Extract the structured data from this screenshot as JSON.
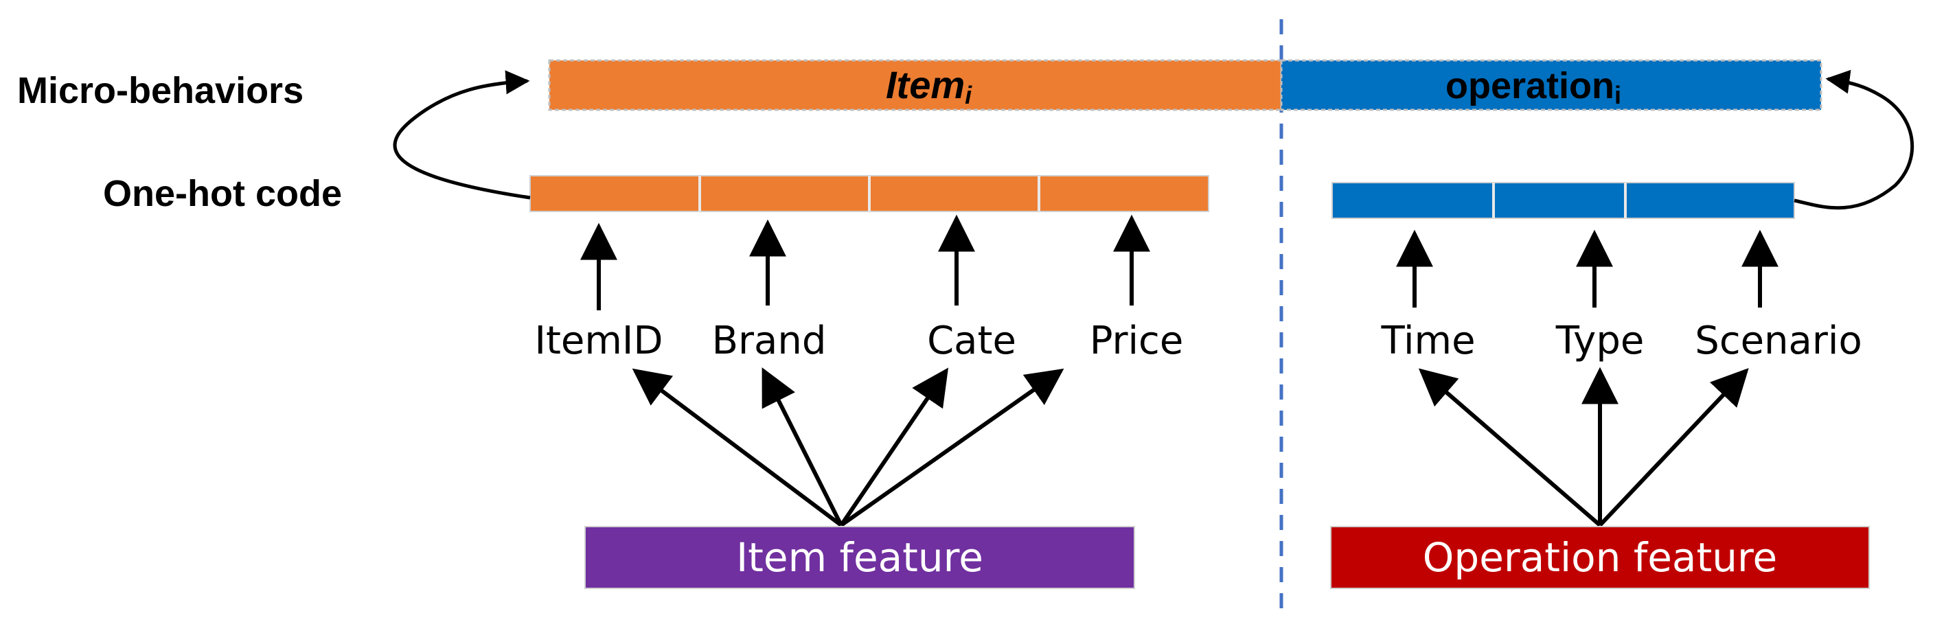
{
  "labels": {
    "micro_behaviors": "Micro-behaviors",
    "one_hot_code": "One-hot code"
  },
  "bars": {
    "item_label": "Item",
    "item_sub": "i",
    "operation_label": "operation",
    "operation_sub": "i"
  },
  "item_fields": [
    "ItemID",
    "Brand",
    "Cate",
    "Price"
  ],
  "operation_fields": [
    "Time",
    "Type",
    "Scenario"
  ],
  "boxes": {
    "item_feature": "Item feature",
    "operation_feature": "Operation feature"
  },
  "colors": {
    "item": "#ED7D31",
    "operation": "#0070C0",
    "item_feature_box": "#7030A0",
    "operation_feature_box": "#C00000",
    "divider": "#4472C4"
  }
}
